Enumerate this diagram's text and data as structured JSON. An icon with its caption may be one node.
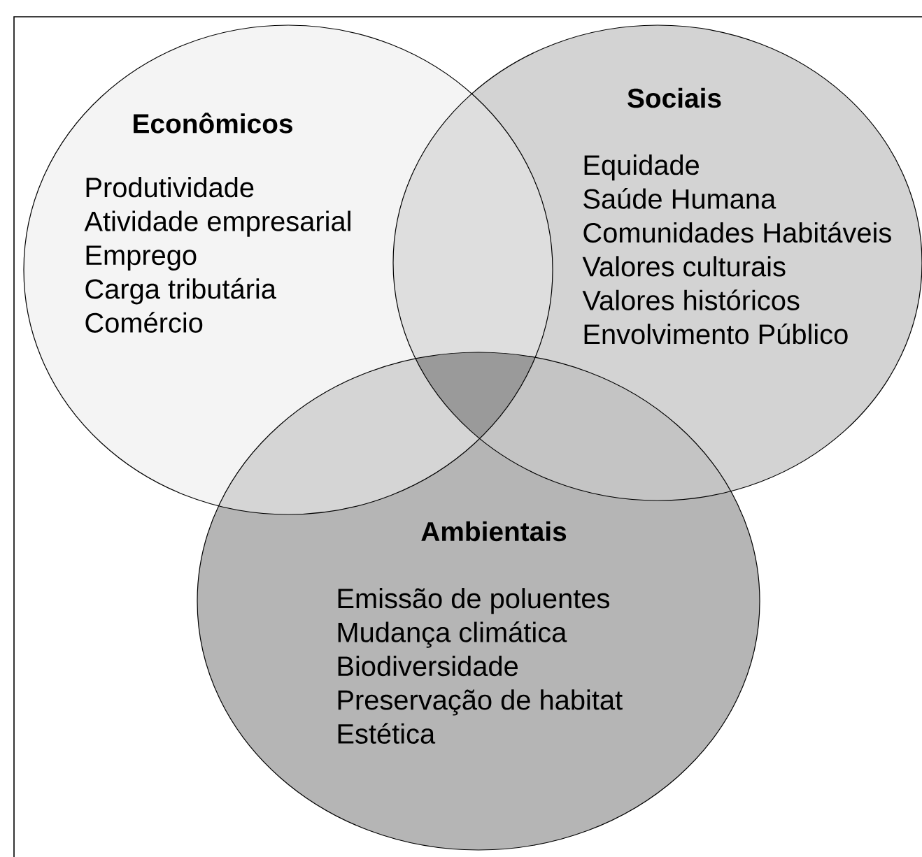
{
  "diagram": {
    "nodes": [
      {
        "text": [
          "Econômicos",
          "Produtividade",
          "Atividade empresarial",
          "Emprego",
          "Carga tributária",
          "Comércio"
        ]
      },
      {
        "text": [
          "Sociais",
          "Equidade",
          "Saúde Humana",
          "Comunidades Habitáveis",
          "Valores culturais",
          "Valores históricos",
          "Envolvimento Público"
        ]
      },
      {
        "text": [
          "Ambientais",
          "Emissão de poluentes",
          "Mudança climática",
          "Biodiversidade",
          "Preservação de habitat",
          "Estética"
        ]
      }
    ]
  }
}
